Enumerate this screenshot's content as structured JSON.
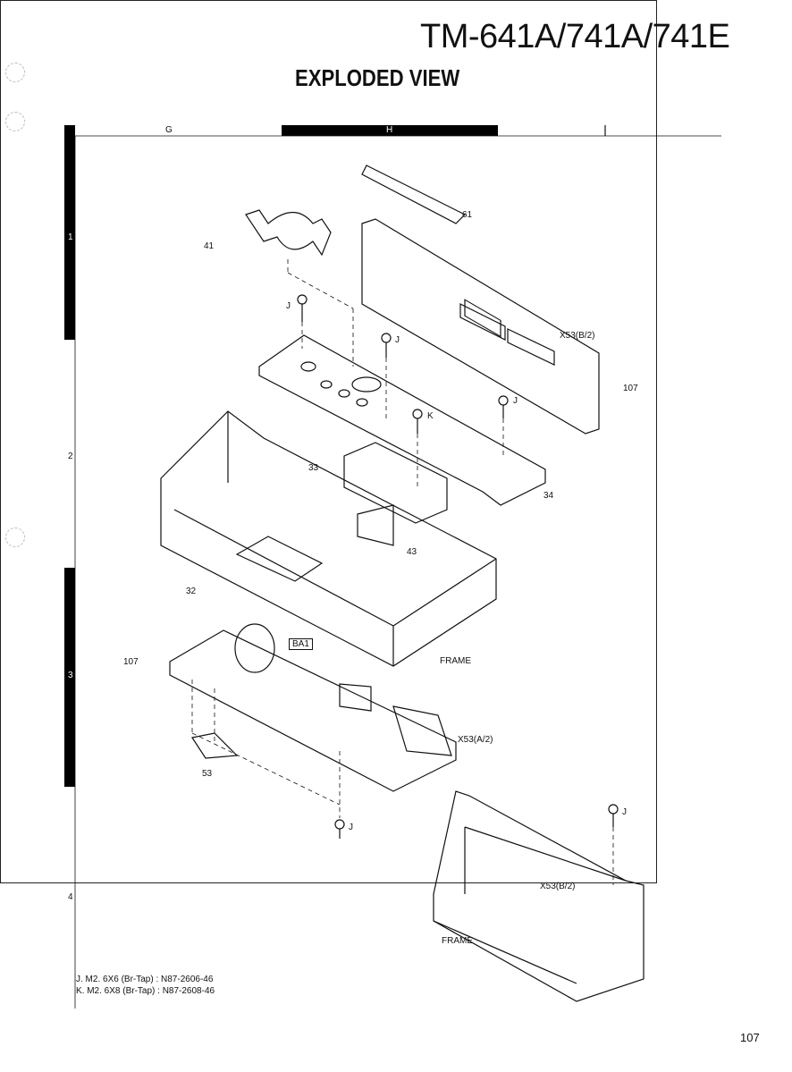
{
  "header": {
    "model": "TM-641A/741A/741E",
    "title": "EXPLODED VIEW"
  },
  "grid": {
    "columns": [
      "G",
      "H",
      "I"
    ],
    "rows": [
      "1",
      "2",
      "3",
      "4"
    ]
  },
  "labels": {
    "p61": "61",
    "p41": "41",
    "j1": "J",
    "x53b_top": "X53(B/2)",
    "p107_top": "107",
    "j2": "J",
    "k1": "K",
    "j3": "J",
    "p33": "33",
    "p34": "34",
    "p43": "43",
    "p32": "32",
    "ba1": "BA1",
    "p107_left": "107",
    "frame1": "FRAME",
    "x53a": "X53(A/2)",
    "p53": "53",
    "j4": "J",
    "j5": "J",
    "x53b_bottom": "X53(B/2)",
    "frame2": "FRAME"
  },
  "notes": [
    "J. M2. 6X6 (Br-Tap) : N87-2606-46",
    "K. M2. 6X8 (Br-Tap) : N87-2608-46"
  ],
  "page_number": "107"
}
